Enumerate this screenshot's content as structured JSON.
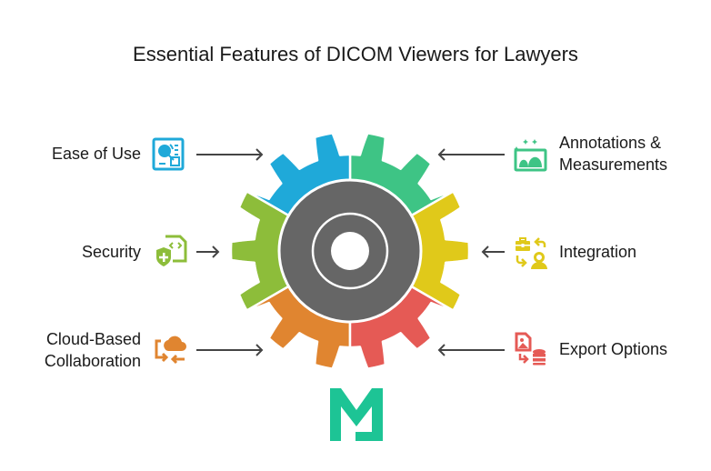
{
  "title": "Essential Features of DICOM Viewers for Lawyers",
  "features": [
    {
      "label_lines": [
        "Ease of Use"
      ],
      "icon": "user-interface-icon",
      "color": "#1fa9d9",
      "side": "left",
      "position": "top"
    },
    {
      "label_lines": [
        "Security"
      ],
      "icon": "shield-document-icon",
      "color": "#8dbd3a",
      "side": "left",
      "position": "middle"
    },
    {
      "label_lines": [
        "Cloud-Based",
        "Collaboration"
      ],
      "icon": "cloud-sync-icon",
      "color": "#e08530",
      "side": "left",
      "position": "bottom"
    },
    {
      "label_lines": [
        "Annotations &",
        "Measurements"
      ],
      "icon": "image-sparkle-icon",
      "color": "#3ec485",
      "side": "right",
      "position": "top"
    },
    {
      "label_lines": [
        "Integration"
      ],
      "icon": "briefcase-person-exchange-icon",
      "color": "#e0c91a",
      "side": "right",
      "position": "middle"
    },
    {
      "label_lines": [
        "Export Options"
      ],
      "icon": "image-to-database-icon",
      "color": "#e55a55",
      "side": "right",
      "position": "bottom"
    }
  ],
  "gear": {
    "segments": [
      {
        "name": "Annotations & Measurements",
        "color": "#3ec485"
      },
      {
        "name": "Ease of Use",
        "color": "#1fa9d9"
      },
      {
        "name": "Security",
        "color": "#8dbd3a"
      },
      {
        "name": "Cloud-Based Collaboration",
        "color": "#e08530"
      },
      {
        "name": "Export Options",
        "color": "#e55a55"
      },
      {
        "name": "Integration",
        "color": "#e0c91a"
      }
    ],
    "hub_color": "#666666",
    "teeth": 14
  },
  "logo": {
    "color": "#1dc495",
    "letter": "M"
  }
}
